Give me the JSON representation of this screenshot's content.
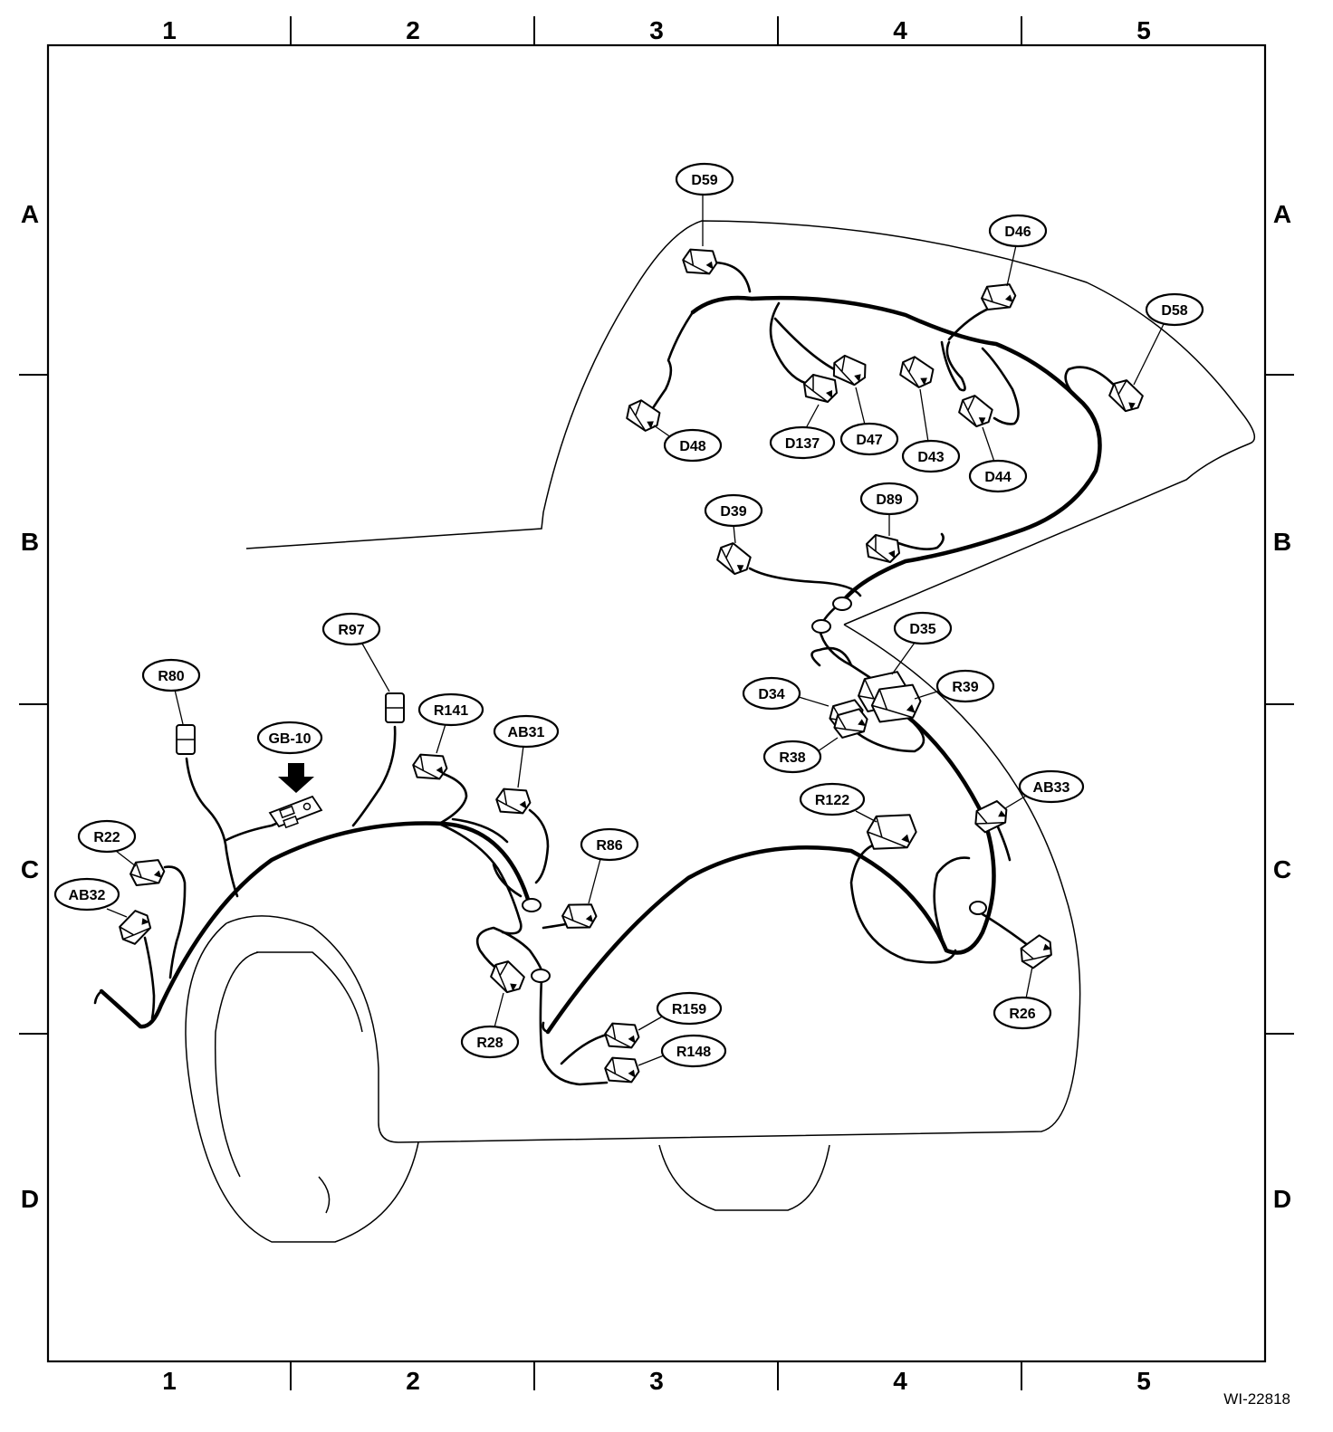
{
  "grid": {
    "columns": [
      "1",
      "2",
      "3",
      "4",
      "5"
    ],
    "rows": [
      "A",
      "B",
      "C",
      "D"
    ]
  },
  "connectors": [
    {
      "id": "D59"
    },
    {
      "id": "D46"
    },
    {
      "id": "D58"
    },
    {
      "id": "D48"
    },
    {
      "id": "D137"
    },
    {
      "id": "D47"
    },
    {
      "id": "D43"
    },
    {
      "id": "D44"
    },
    {
      "id": "D39"
    },
    {
      "id": "D89"
    },
    {
      "id": "R97"
    },
    {
      "id": "R80"
    },
    {
      "id": "GB-10"
    },
    {
      "id": "R141"
    },
    {
      "id": "AB31"
    },
    {
      "id": "D35"
    },
    {
      "id": "D34"
    },
    {
      "id": "R39"
    },
    {
      "id": "R38"
    },
    {
      "id": "R22"
    },
    {
      "id": "AB32"
    },
    {
      "id": "R86"
    },
    {
      "id": "R122"
    },
    {
      "id": "AB33"
    },
    {
      "id": "R159"
    },
    {
      "id": "R148"
    },
    {
      "id": "R28"
    },
    {
      "id": "R26"
    }
  ],
  "figure_code": "WI-22818"
}
